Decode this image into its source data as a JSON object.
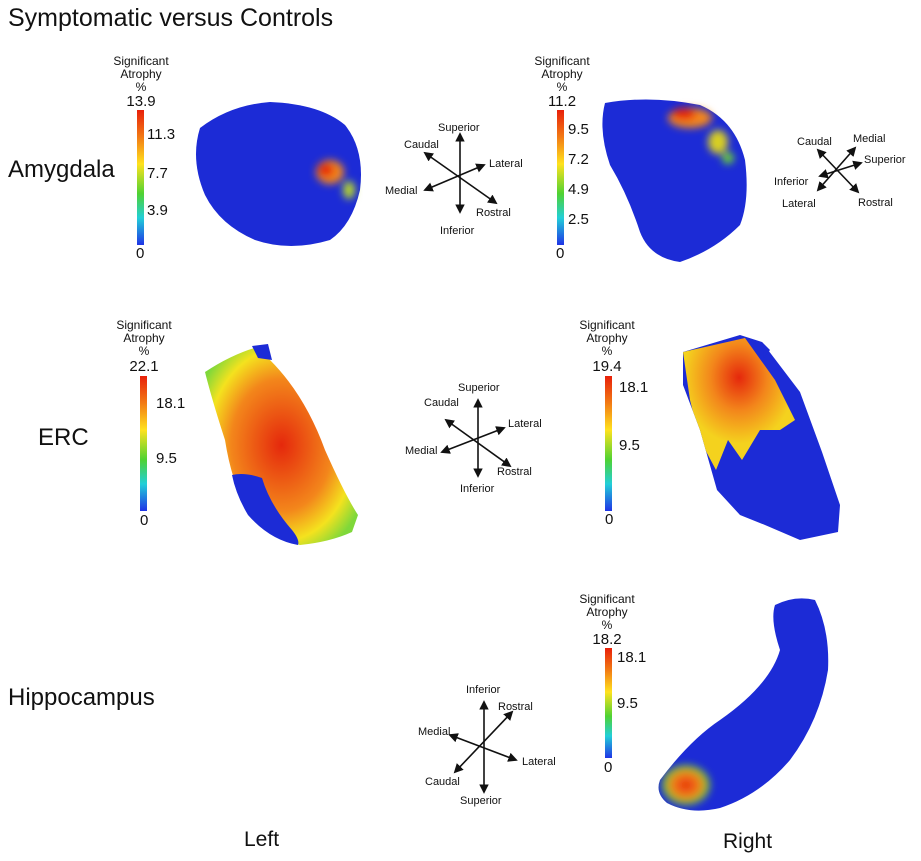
{
  "title": "Symptomatic versus Controls",
  "rows": [
    {
      "label": "Amygdala"
    },
    {
      "label": "ERC"
    },
    {
      "label": "Hippocampus"
    }
  ],
  "sides": {
    "left": "Left",
    "right": "Right"
  },
  "colorbars": [
    {
      "id": "amygdala-left",
      "heading": [
        "Significant",
        "Atrophy",
        "%"
      ],
      "max": "13.9",
      "ticks": [
        "11.3",
        "7.7",
        "3.9"
      ],
      "min": "0"
    },
    {
      "id": "amygdala-right",
      "heading": [
        "Significant",
        "Atrophy",
        "%"
      ],
      "max": "11.2",
      "ticks": [
        "9.5",
        "7.2",
        "4.9",
        "2.5"
      ],
      "min": "0"
    },
    {
      "id": "erc-left",
      "heading": [
        "Significant",
        "Atrophy",
        "%"
      ],
      "max": "22.1",
      "ticks": [
        "18.1",
        "9.5"
      ],
      "min": "0"
    },
    {
      "id": "erc-right",
      "heading": [
        "Significant",
        "Atrophy",
        "%"
      ],
      "max": "19.4",
      "ticks": [
        "18.1",
        "9.5"
      ],
      "min": "0"
    },
    {
      "id": "hippocampus-right",
      "heading": [
        "Significant",
        "Atrophy",
        "%"
      ],
      "max": "18.2",
      "ticks": [
        "18.1",
        "9.5"
      ],
      "min": "0"
    }
  ],
  "orientations": [
    {
      "id": "amygdala-left",
      "labels": [
        "Superior",
        "Caudal",
        "Lateral",
        "Medial",
        "Rostral",
        "Inferior"
      ]
    },
    {
      "id": "amygdala-right",
      "labels": [
        "Caudal",
        "Medial",
        "Superior",
        "Inferior",
        "Lateral",
        "Rostral"
      ]
    },
    {
      "id": "erc",
      "labels": [
        "Superior",
        "Caudal",
        "Lateral",
        "Medial",
        "Rostral",
        "Inferior"
      ]
    },
    {
      "id": "hippocampus",
      "labels": [
        "Inferior",
        "Rostral",
        "Medial",
        "Lateral",
        "Caudal",
        "Superior"
      ]
    }
  ],
  "colors": {
    "blue": "#1c2bd6",
    "red": "#e5280c",
    "orange": "#f3861b",
    "yellow": "#f4e21e",
    "green": "#54d23a"
  }
}
